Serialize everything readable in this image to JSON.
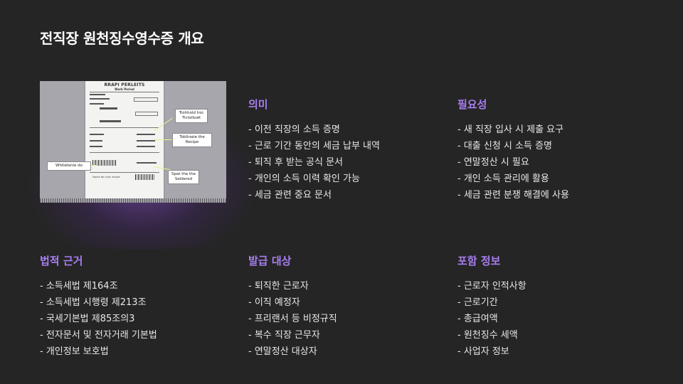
{
  "page": {
    "title": "전직장 원천징수영수증 개요"
  },
  "image": {
    "receipt_title": "RRAPI PERLEITS",
    "receipt_subtitle": "Work Period",
    "callouts": [
      "Trohhold Inic Tictollowt",
      "Toblinate the Recipe",
      "Whtlelenle do",
      "Spat the the Seldered"
    ],
    "footer_text": "Novre be caid: ecipet."
  },
  "sections": [
    {
      "id": "meaning",
      "heading": "의미",
      "items": [
        "- 이전 직장의 소득 증명",
        "- 근로 기간 동안의 세금 납부 내역",
        "- 퇴직 후 받는 공식 문서",
        "- 개인의 소득 이력 확인 가능",
        "- 세금 관련 중요 문서"
      ]
    },
    {
      "id": "necessity",
      "heading": "필요성",
      "items": [
        "- 새 직장 입사 시 제출 요구",
        "- 대출 신청 시 소득 증명",
        "- 연말정산 시 필요",
        "- 개인 소득 관리에 활용",
        "- 세금 관련 분쟁 해결에 사용"
      ]
    },
    {
      "id": "legal-basis",
      "heading": "법적 근거",
      "items": [
        "- 소득세법 제164조",
        "- 소득세법 시행령 제213조",
        "- 국세기본법 제85조의3",
        "- 전자문서 및 전자거래 기본법",
        "- 개인정보 보호법"
      ]
    },
    {
      "id": "issuance-target",
      "heading": "발급 대상",
      "items": [
        "- 퇴직한 근로자",
        "- 이직 예정자",
        "- 프리랜서 등 비정규직",
        "- 복수 직장 근무자",
        "- 연말정산 대상자"
      ]
    },
    {
      "id": "included-info",
      "heading": "포함 정보",
      "items": [
        "- 근로자 인적사항",
        "- 근로기간",
        "- 총급여액",
        "- 원천징수 세액",
        "- 사업자 정보"
      ]
    }
  ]
}
